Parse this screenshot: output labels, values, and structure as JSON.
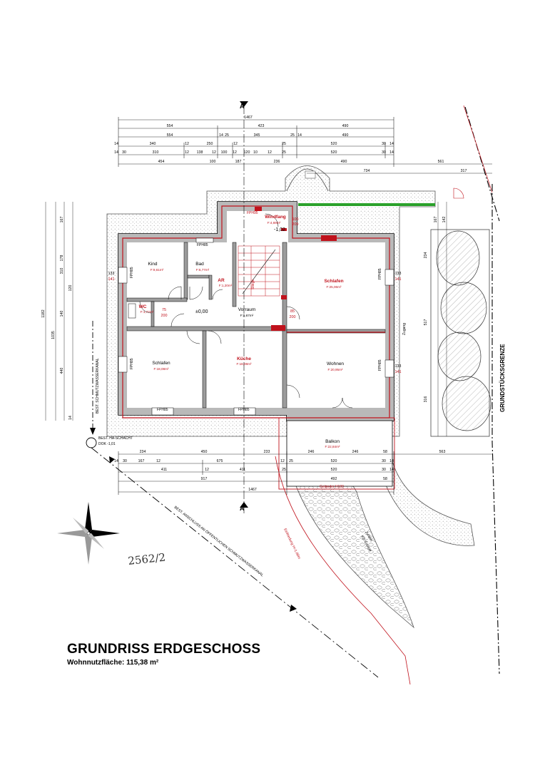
{
  "title": "GRUNDRISS ERDGESCHOSS",
  "subtitle": "Wohnnutzfläche: 115,38 m²",
  "section_marker": "A",
  "rooms": [
    {
      "name": "Kind",
      "area": "F:9,61m²"
    },
    {
      "name": "Bad",
      "area": "F:6,77m²"
    },
    {
      "name": "AR",
      "area": "F:1,20m²"
    },
    {
      "name": "WC",
      "area": "F:1,77m²"
    },
    {
      "name": "Vorraum",
      "area": "F:9,67m²"
    },
    {
      "name": "Windfang",
      "area": "F:4,69m²"
    },
    {
      "name": "Schlafen",
      "area": "F:25,06m²"
    },
    {
      "name": "Schlafen",
      "area": "F:18,08m²"
    },
    {
      "name": "Küche",
      "area": "F:18,08m²"
    },
    {
      "name": "Wohnen",
      "area": "F:20,95m²"
    },
    {
      "name": "Balkon",
      "area": "F:22,84m²"
    }
  ],
  "levels": {
    "entry": "-1,02",
    "ground": "±0,00"
  },
  "labels": {
    "stairs": "Stiege",
    "access": "Zugang",
    "boundary": "GRUNDSTÜCKSGRENZE",
    "sewer_vertical": "BEST. SCHMUTZWASSERKANAL",
    "shaft_line1": "BEST. HA-SCHACHT",
    "shaft_line2": "DOK -1,01",
    "sewer_connection": "BEST. ANSCHLUSS AN ÖFFENTLICHEN SCHMUTZWASSERKANAL",
    "driveway_line1": "Zufahrt",
    "driveway_line2": "KG Garage",
    "lot_number": "2562/2",
    "fence": "Einfriedung H=1,00m",
    "railing": "Geländer H100",
    "window_code": "FPH85",
    "window_code_2": "FPH95",
    "window_side": "FPH85"
  },
  "dimensions": {
    "top_total": "1467",
    "top_row1": [
      "554",
      "423",
      "490"
    ],
    "top_row2": [
      "554",
      "14",
      "25",
      "345",
      "25",
      "14",
      "490"
    ],
    "top_row3": [
      "14",
      "340",
      "12",
      "250",
      "12",
      "25",
      "520",
      "30",
      "14"
    ],
    "top_row4": [
      "14",
      "30",
      "310",
      "12",
      "138",
      "12",
      "100",
      "12",
      "120",
      "10",
      "12",
      "25",
      "520",
      "30",
      "14"
    ],
    "top_row5": [
      "454",
      "100",
      "187",
      "236",
      "490",
      "734",
      "561",
      "317"
    ],
    "bottom_row1": [
      "234",
      "450",
      "233",
      "246",
      "246",
      "58",
      "563"
    ],
    "bottom_row2": [
      "14",
      "30",
      "167",
      "12",
      "675",
      "12",
      "25",
      "520",
      "30",
      "14"
    ],
    "bottom_row3": [
      "411",
      "12",
      "411",
      "25",
      "520",
      "30",
      "14"
    ],
    "bottom_row4": [
      "917",
      "492",
      "58"
    ],
    "bottom_total": "1467",
    "left_total": "1182",
    "left_sub": "1035",
    "left_row": [
      "167",
      "178",
      "310",
      "120",
      "140",
      "440",
      "14"
    ],
    "right_row": [
      "234",
      "517",
      "316",
      "142",
      "167"
    ],
    "window_heights": [
      "133",
      "141",
      "133",
      "141",
      "133",
      "141"
    ],
    "door_dims": [
      "85",
      "200",
      "75",
      "200",
      "100",
      "205"
    ]
  }
}
